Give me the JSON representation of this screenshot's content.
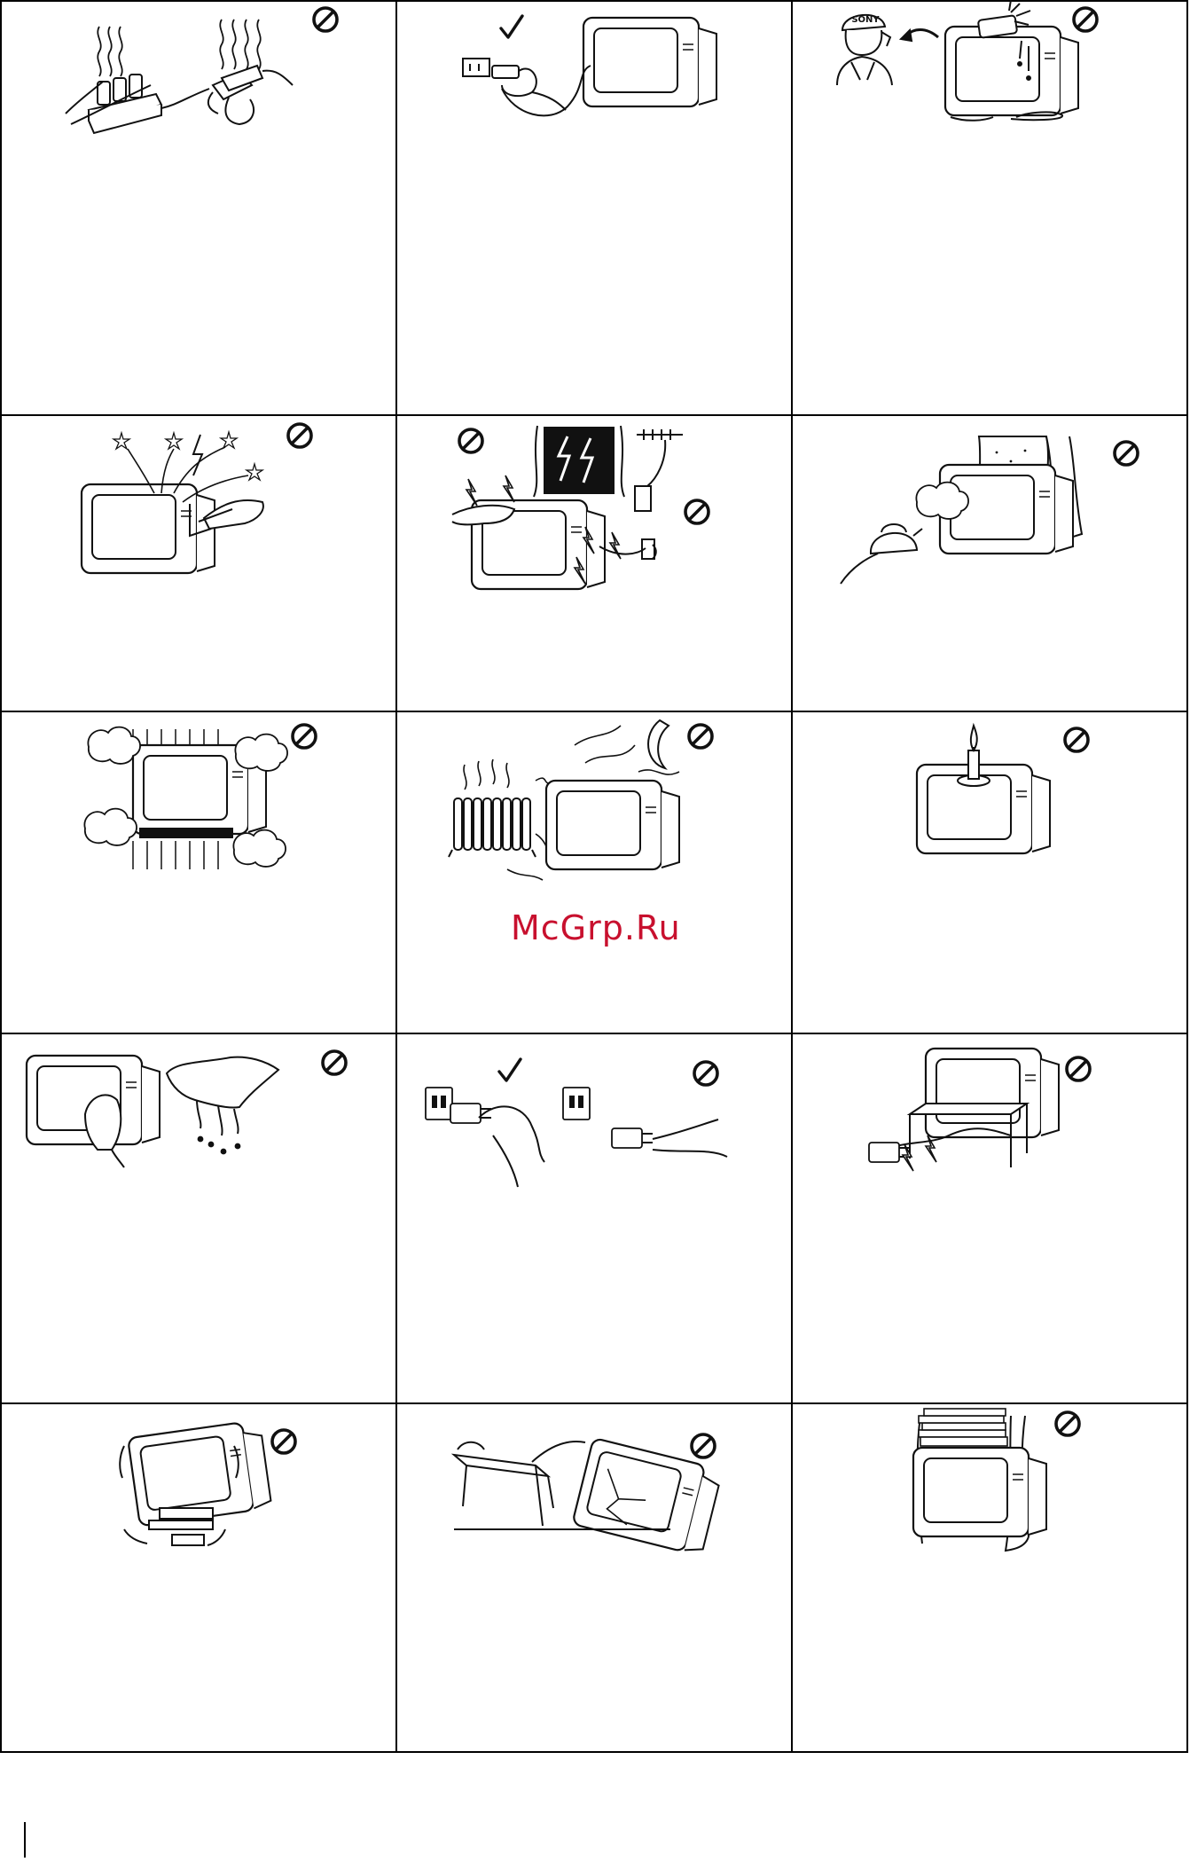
{
  "watermark": {
    "text": "McGrp.Ru",
    "color": "#c8102e"
  },
  "colors": {
    "line": "#111111",
    "paper": "#ffffff",
    "grid": "#000000"
  },
  "marks": {
    "prohibited": "prohibited-icon",
    "allowed": "check-icon"
  },
  "label_text": {
    "brand": "SONY"
  },
  "panels": [
    {
      "name": "panel-overloaded-outlets",
      "mark": "prohibited"
    },
    {
      "name": "panel-unplug-by-plug",
      "mark": "allowed"
    },
    {
      "name": "panel-call-service",
      "mark": "prohibited"
    },
    {
      "name": "panel-no-objects-in-vents",
      "mark": "prohibited"
    },
    {
      "name": "panel-lightning",
      "mark": "prohibited"
    },
    {
      "name": "panel-humidity",
      "mark": "prohibited"
    },
    {
      "name": "panel-ventilation",
      "mark": "prohibited"
    },
    {
      "name": "panel-heat-sources",
      "mark": "prohibited"
    },
    {
      "name": "panel-no-open-flame",
      "mark": "prohibited"
    },
    {
      "name": "panel-cleaning",
      "mark": "prohibited"
    },
    {
      "name": "panel-plug-handling",
      "mark": "prohibited"
    },
    {
      "name": "panel-cord-damage",
      "mark": "prohibited"
    },
    {
      "name": "panel-unstable-stand",
      "mark": "prohibited"
    },
    {
      "name": "panel-falling-tv",
      "mark": "prohibited"
    },
    {
      "name": "panel-no-weight-on-top",
      "mark": "prohibited"
    }
  ]
}
